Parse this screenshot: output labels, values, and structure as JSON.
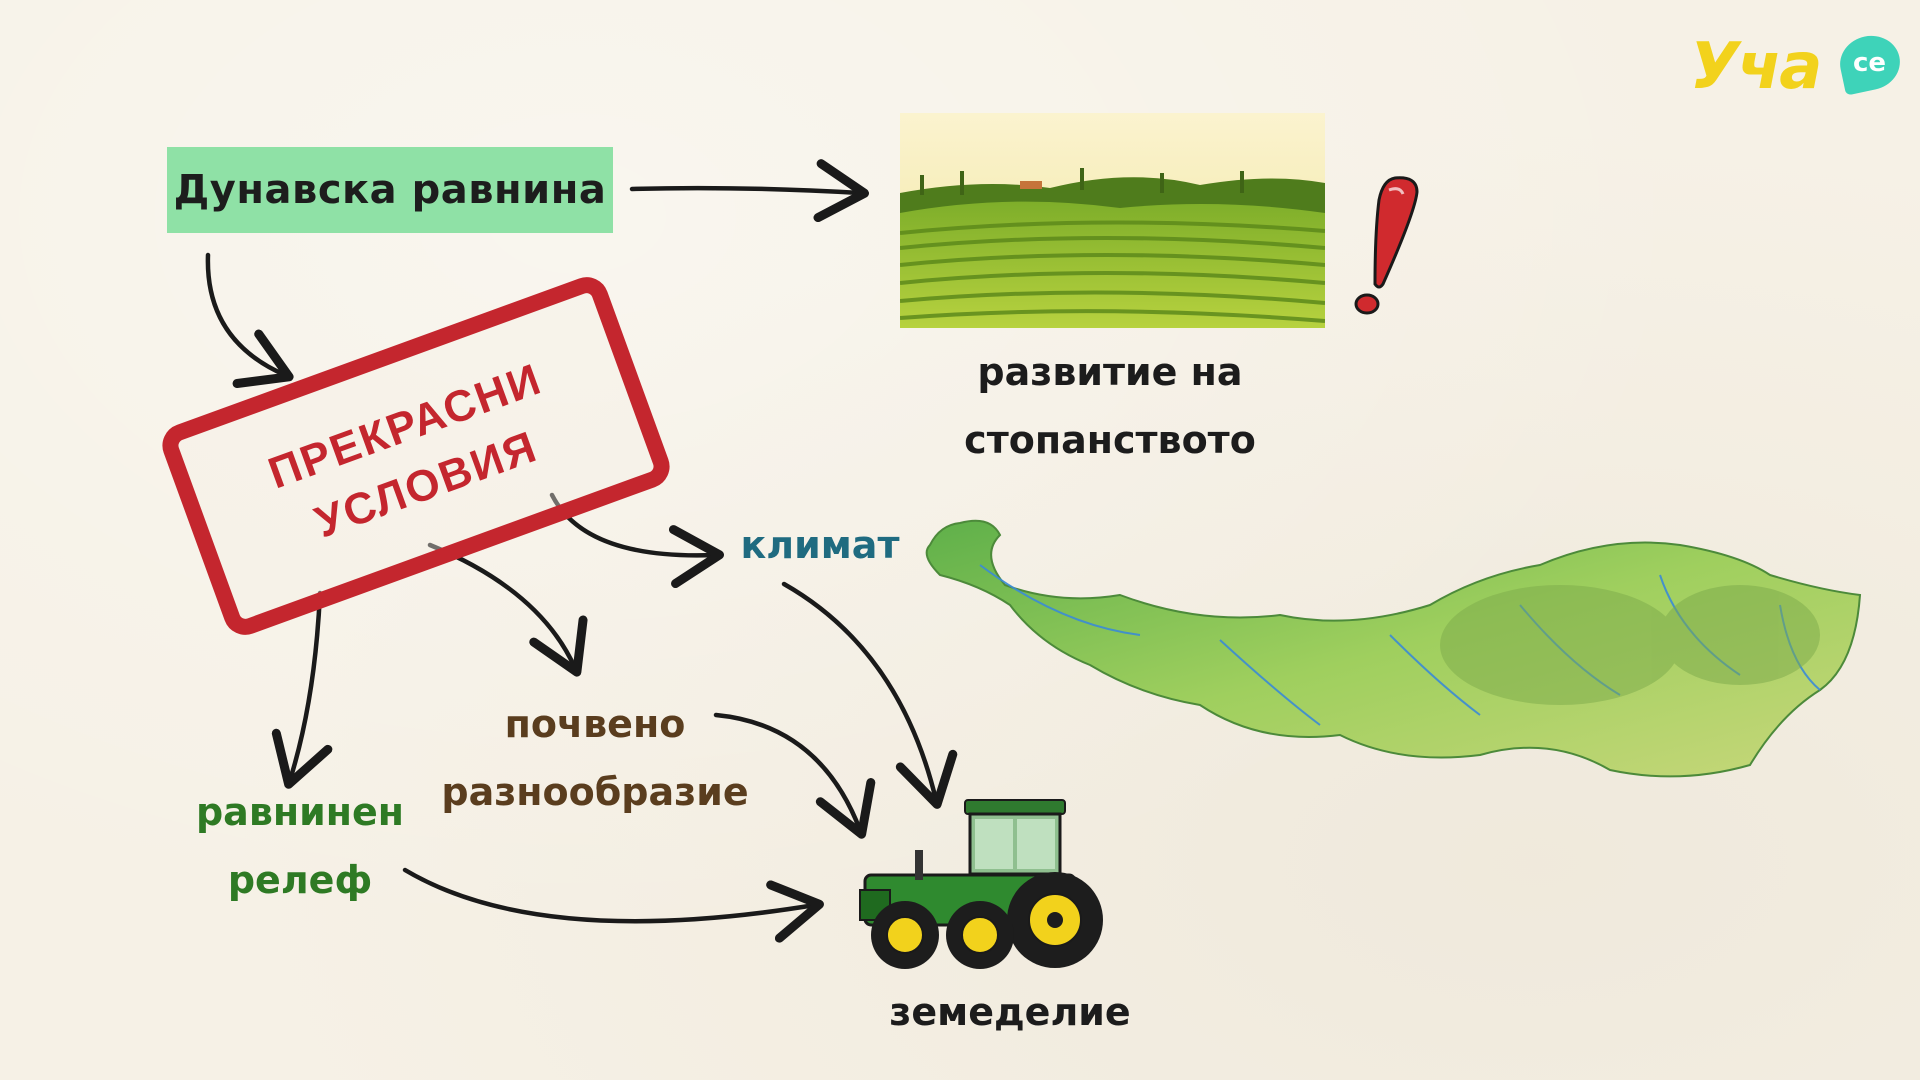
{
  "logo": {
    "text": "Уча",
    "badge": "се"
  },
  "title": "Дунавска равнина",
  "stamp": {
    "line1": "ПРЕКРАСНИ",
    "line2": "УСЛОВИЯ"
  },
  "labels": {
    "development": [
      "развитие на",
      "стопанството"
    ],
    "climate": "климат",
    "soil": [
      "почвено",
      "разнообразие"
    ],
    "relief": [
      "равнинен",
      "релеф"
    ],
    "agriculture": "земеделие"
  },
  "icons": {
    "field": "farm-field-icon",
    "exclamation": "exclamation-icon",
    "map": "danube-plain-map-icon",
    "tractor": "tractor-icon",
    "arrow": "arrow-icon"
  },
  "colors": {
    "title_bg": "#8fe1a6",
    "stamp": "#c4262e",
    "climate": "#1f6b80",
    "soil": "#5a3d1e",
    "relief": "#2e7a24",
    "logo_yellow": "#f2d21c",
    "logo_teal": "#3ed3b9"
  }
}
